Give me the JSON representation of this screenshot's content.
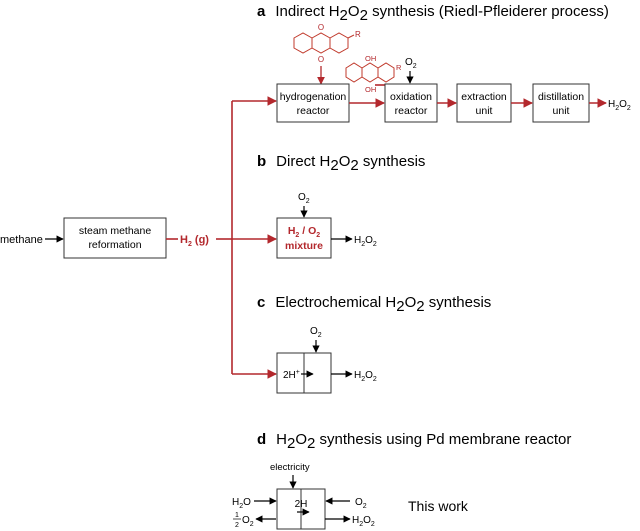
{
  "colors": {
    "h2_path": "#b3282d",
    "outline": "#333333",
    "text": "#000000"
  },
  "input": {
    "methane": "methane"
  },
  "smr": {
    "line1": "steam methane",
    "line2": "reformation"
  },
  "h2gas": {
    "base": "H",
    "sub": "2",
    "rest": " (g)"
  },
  "section_a": {
    "letter": "a",
    "title_pre": "Indirect H",
    "sub1": "2",
    "mid": "O",
    "sub2": "2",
    "title_post": " synthesis (Riedl-Pfleiderer process)",
    "hydrogenation": {
      "line1": "hydrogenation",
      "line2": "reactor"
    },
    "oxidation": {
      "line1": "oxidation",
      "line2": "reactor"
    },
    "extraction": {
      "line1": "extraction",
      "line2": "unit"
    },
    "distillation": {
      "line1": "distillation",
      "line2": "unit"
    },
    "o2_in": {
      "base": "O",
      "sub": "2"
    },
    "product": {
      "h": "H",
      "s1": "2",
      "o": "O",
      "s2": "2"
    },
    "molecule_labels": {
      "o_top": "O",
      "o_bottom": "O",
      "r1": "R",
      "oh_top": "OH",
      "oh_bottom": "OH",
      "r2": "R"
    }
  },
  "section_b": {
    "letter": "b",
    "title_pre": "Direct H",
    "sub1": "2",
    "mid": "O",
    "sub2": "2",
    "title_post": " synthesis",
    "mixture": {
      "line1a": "H",
      "line1sub": "2",
      "line1b": " / O",
      "line1sub2": "2",
      "line2": "mixture"
    },
    "o2_in": {
      "base": "O",
      "sub": "2"
    },
    "product": {
      "h": "H",
      "s1": "2",
      "o": "O",
      "s2": "2"
    }
  },
  "section_c": {
    "letter": "c",
    "title_pre": "Electrochemical H",
    "sub1": "2",
    "mid": "O",
    "sub2": "2",
    "title_post": " synthesis",
    "proton": {
      "base": "2H",
      "sup": "+"
    },
    "o2_in": {
      "base": "O",
      "sub": "2"
    },
    "product": {
      "h": "H",
      "s1": "2",
      "o": "O",
      "s2": "2"
    }
  },
  "section_d": {
    "letter": "d",
    "title_pre": "H",
    "sub1": "2",
    "mid": "O",
    "sub2": "2",
    "title_post": " synthesis using Pd membrane reactor",
    "electricity": "electricity",
    "cell_label": "2H",
    "h2o_in": {
      "h": "H",
      "s": "2",
      "o": "O"
    },
    "half_o2": {
      "num": "1",
      "den": "2",
      "o": "O",
      "s": "2"
    },
    "o2_in": {
      "base": "O",
      "sub": "2"
    },
    "product": {
      "h": "H",
      "s1": "2",
      "o": "O",
      "s2": "2"
    },
    "this_work": "This work"
  }
}
